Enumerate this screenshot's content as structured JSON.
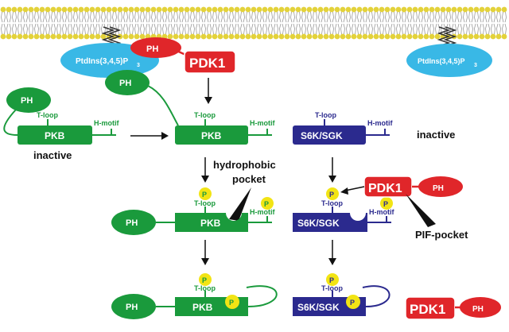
{
  "membrane": {
    "lipid_head_color": "#e3d23a",
    "lipid_tail_color": "#9a9a9a"
  },
  "lipids": [
    {
      "label": "PtdIns(3,4,5)P",
      "subscript": "3"
    },
    {
      "label": "PtdIns(3,4,5)P",
      "subscript": "3"
    }
  ],
  "proteins": {
    "pkb": "PKB",
    "s6k": "S6K/SGK",
    "ph": "PH",
    "pdk1": "PDK1",
    "p": "P"
  },
  "motifs": {
    "t_loop": "T-loop",
    "h_motif": "H-motif"
  },
  "states": {
    "inactive": "inactive"
  },
  "annotations": {
    "hydrophobic_line1": "hydrophobic",
    "hydrophobic_line2": "pocket",
    "pif_pocket": "PIF-pocket"
  },
  "colors": {
    "pkb_green": "#1a9a3c",
    "s6k_blue": "#2b2a8e",
    "pdk1_red": "#e0262a",
    "phospho_yellow": "#f2e414",
    "lipid_blue": "#39b8e6"
  }
}
